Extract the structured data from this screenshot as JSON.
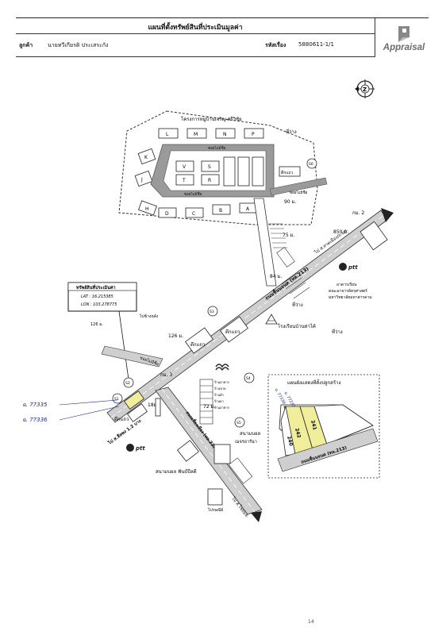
{
  "header": {
    "title": "แผนที่ตั้งทรัพย์สินที่ประเมินมูลค่า",
    "customer_label": "ลูกค้า",
    "customer_name": "นายทวีเกียรติ ประเสระกัง",
    "ref_label": "รหัสเรื่อง",
    "ref_value": "5880611-1/1",
    "logo_text": "Appraisal"
  },
  "map": {
    "project_name": "โครงการหมู่บ้านเจริญ ศรีวิชัย",
    "land_label": "ที่ว่าง",
    "blocks_top": [
      "L",
      "M",
      "N",
      "P"
    ],
    "blocks_left": [
      "K",
      "J"
    ],
    "blocks_bottom": [
      "H",
      "D",
      "C",
      "B",
      "A"
    ],
    "blocks_center": [
      "V",
      "S",
      "T",
      "R"
    ],
    "road_no_name_1": "ซอยไม่มีชื่อ",
    "road_no_name_2": "ซอยไม่มีชื่อ",
    "road_no_name_3": "ซอยไม่มีชื่อ",
    "dist_90": "90 ม.",
    "dist_75": "75 ม.",
    "dist_84": "84 ม.",
    "dist_850": "850 ม.",
    "dist_126": "126 ม.",
    "dist_72": "72 ม.",
    "dist_18": "18ม.",
    "km_2": "กม. 2",
    "km_3": "กม. 3",
    "road_main": "ถนนชื่นนจนค (ทล.213)",
    "road_secondary": "ถนนเลี่ยงเมือง (ทล.23)",
    "to_direction_1": "ไป ส.ลาดเมือง/ถ.มพ.",
    "to_direction_2": "ไป ส.ไชยมธ.",
    "to_direction_3": "ไป ส.ลึลพง 1.2 บาง",
    "building_1": "อาคารเรียน",
    "building_2": "คณะอาจารย์ครุศาสตร์",
    "building_3": "มหาวิทยาลัยมหาสารคาม",
    "school": "โรงเรียนบ้านท่าไค้",
    "row_house_1": "ตึกแถว",
    "row_house_2": "ตึกแถว",
    "row_house_3": "ตึกแถว",
    "row_house_4": "ตึกแถว",
    "mosque_area": "ไปข้างหลัง",
    "shops": [
      "ร้านอาหาร",
      "ร้านขาย",
      "ร้านค้า",
      "ร้านยา",
      "ร้านอาหาร"
    ],
    "stadium": "สนามบอล",
    "stadium_2": "สนามบอล",
    "stadium_3": "เมจรอาร์นา",
    "football_field": "สนามบอล ฟันป์ปีลดี",
    "pet_area": "ไปรษณีย์",
    "ptt": "ptt",
    "markers": [
      "S1",
      "S2",
      "S3",
      "S4",
      "S5",
      "S6"
    ],
    "infobox": {
      "title": "ทรัพย์สินที่ประเมินค่า",
      "lat": "LAT : 16.215385",
      "lon": "LON : 103.278775"
    },
    "inset_title": "แผนผังแสดงที่ตั้งปลูกสร้าง",
    "inset_road": "ถนนชื่นนจนค (ทล.213)",
    "inset_lots": [
      "242",
      "241",
      "240"
    ],
    "handwritten_1": "ฉ. 77335",
    "handwritten_2": "ฉ. 77336"
  },
  "footer": {
    "page": "14"
  }
}
